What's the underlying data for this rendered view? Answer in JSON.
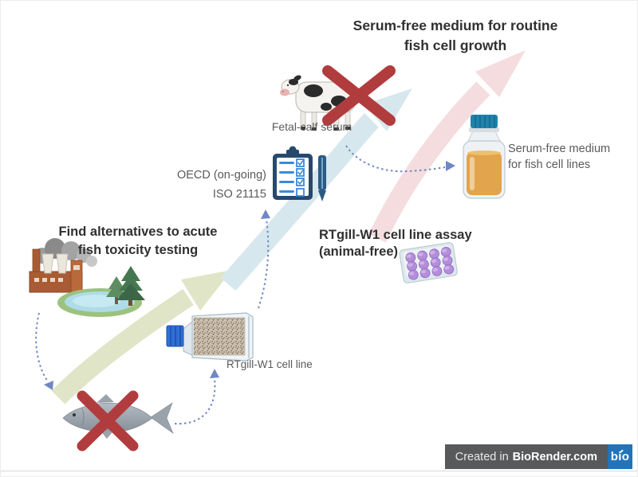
{
  "diagram": {
    "goal_title": {
      "line1": "Serum-free medium for routine",
      "line2": "fish cell growth"
    },
    "problem_title": {
      "line1": "Find alternatives to acute",
      "line2": "fish toxicity testing"
    },
    "assay_title": {
      "line1": "RTgill-W1 cell line assay",
      "line2": "(animal-free)"
    },
    "labels": {
      "fetal_calf_serum": "Fetal-calf serum",
      "oecd": "OECD (on-going)",
      "iso": "ISO 21115",
      "flask": "RTgill-W1 cell line",
      "bottle_line1": "Serum-free medium",
      "bottle_line2": "for fish cell lines"
    },
    "icons": [
      {
        "name": "factory-pollution-icon"
      },
      {
        "name": "lake-icon"
      },
      {
        "name": "pine-trees-icon"
      },
      {
        "name": "fish-crossed-out-icon"
      },
      {
        "name": "culture-flask-icon"
      },
      {
        "name": "clipboard-checklist-icon"
      },
      {
        "name": "pen-icon"
      },
      {
        "name": "cow-crossed-out-icon"
      },
      {
        "name": "well-plate-icon"
      },
      {
        "name": "medium-bottle-icon"
      }
    ],
    "colors": {
      "red_cross": "#b13c3e",
      "arrow_green": "#dfe5c6",
      "arrow_blue": "#d7e7ee",
      "arrow_pink": "#f4dcdf",
      "dashed_arrow": "#6f87c4",
      "title_text": "#303030",
      "label_text": "#5a5a5a",
      "badge_bg": "#58595b",
      "badge_logo_bg": "#2373b9"
    }
  },
  "badge": {
    "prefix": "Created in",
    "brand": "BioRender.com",
    "logo": "bio"
  }
}
